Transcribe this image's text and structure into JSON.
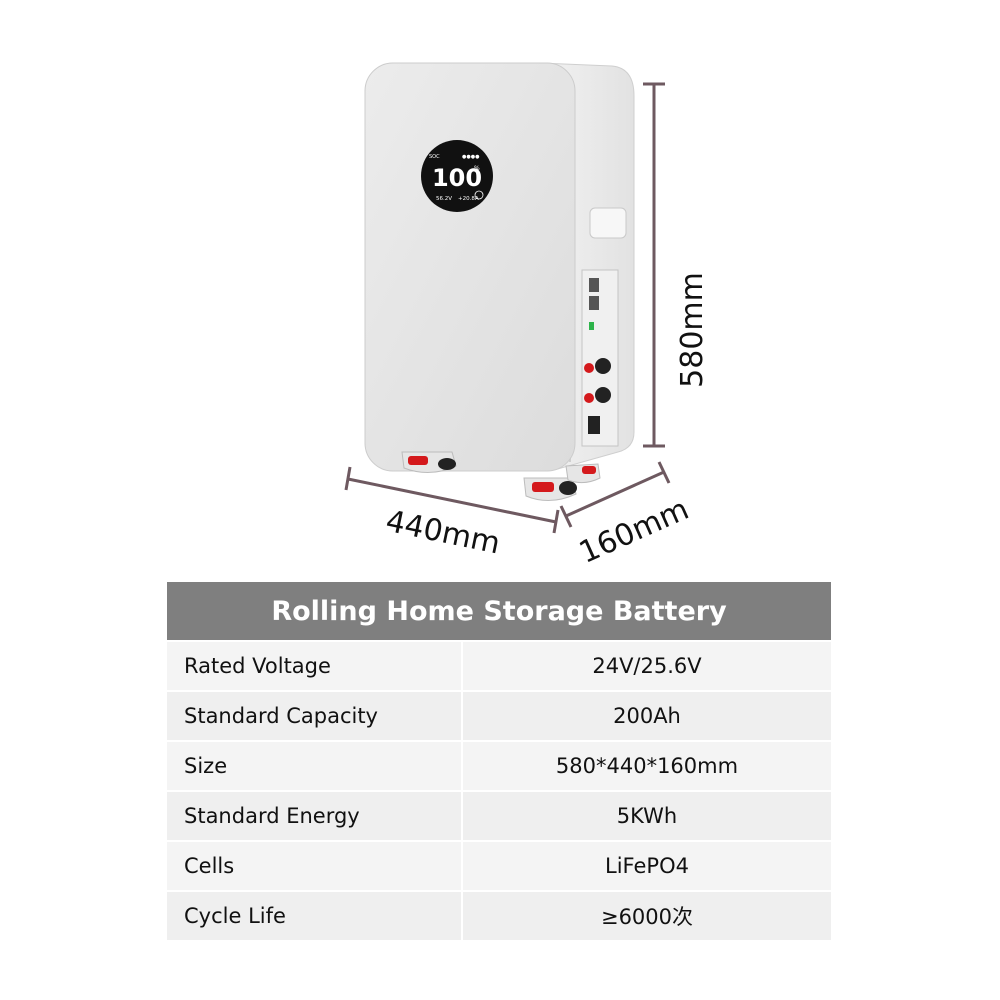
{
  "dimensions": {
    "height_label": "580mm",
    "width_label": "440mm",
    "depth_label": "160mm"
  },
  "display": {
    "percentage": "100",
    "voltage_text": "56.2V",
    "current_text": "+20.8A"
  },
  "spec_table": {
    "title": "Rolling Home Storage Battery",
    "rows": [
      {
        "label": "Rated Voltage",
        "value": "24V/25.6V"
      },
      {
        "label": "Standard Capacity",
        "value": "200Ah"
      },
      {
        "label": "Size",
        "value": "580*440*160mm"
      },
      {
        "label": "Standard Energy",
        "value": "5KWh"
      },
      {
        "label": "Cells",
        "value": "LiFePO4"
      },
      {
        "label": "Cycle Life",
        "value": "≥6000次"
      }
    ]
  },
  "colors": {
    "dimension_line": "#6e5960",
    "table_header": "#7f7f7f",
    "battery_body": "#e4e4e4",
    "wheel_accent": "#d4191c"
  }
}
